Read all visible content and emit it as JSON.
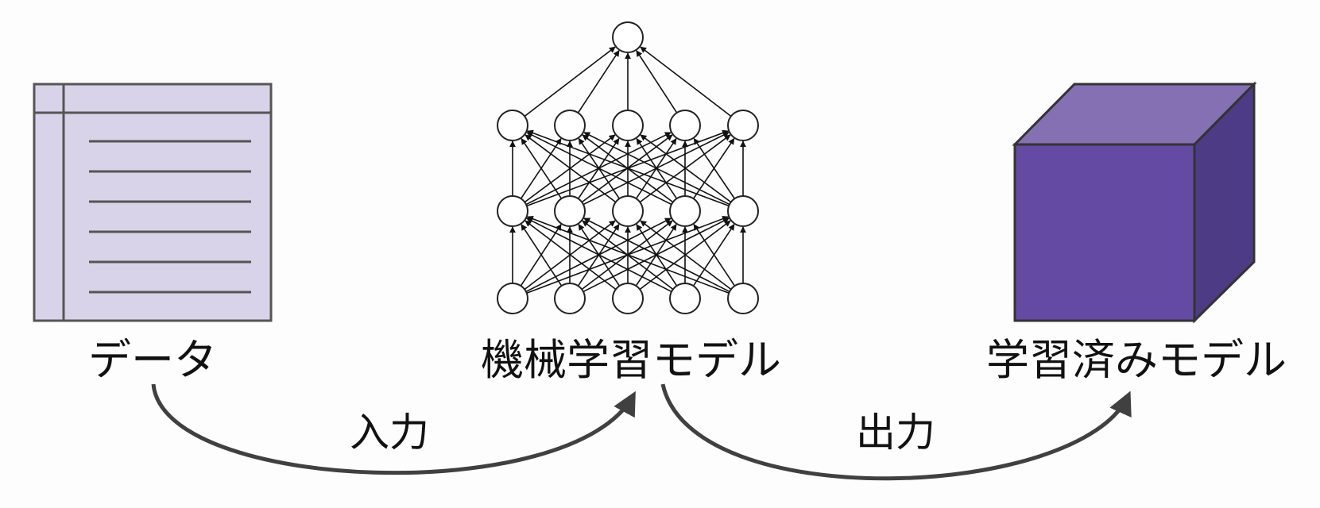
{
  "nodes": {
    "data": {
      "label": "データ",
      "icon": "table-icon",
      "fill": "#d9d3e9",
      "stroke": "#555555"
    },
    "model": {
      "label": "機械学習モデル",
      "icon": "neural-network-icon",
      "layers": [
        1,
        5,
        5,
        5
      ]
    },
    "trained": {
      "label": "学習済みモデル",
      "icon": "cube-icon",
      "front": "#654aa3",
      "top": "#8570b4",
      "side": "#4e3b86"
    }
  },
  "edges": {
    "input": {
      "label": "入力"
    },
    "output": {
      "label": "出力"
    }
  },
  "colors": {
    "stroke": "#333333",
    "arrow": "#404040"
  }
}
